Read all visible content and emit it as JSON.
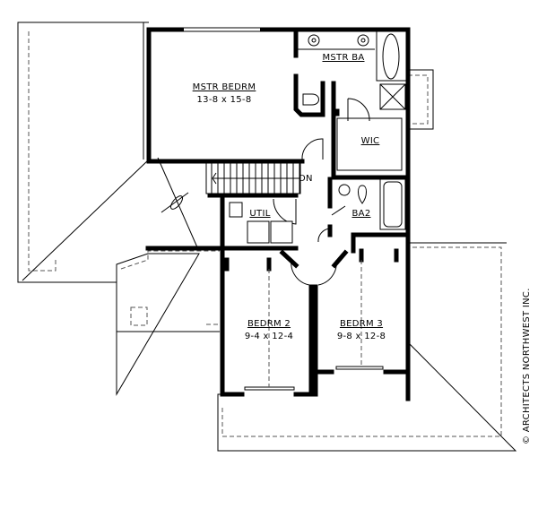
{
  "plan": {
    "rooms": [
      {
        "name": "MSTR BEDRM",
        "size": "13-8 x 15-8"
      },
      {
        "name": "MSTR BA",
        "size": ""
      },
      {
        "name": "WIC",
        "size": ""
      },
      {
        "name": "UTIL",
        "size": ""
      },
      {
        "name": "BA2",
        "size": ""
      },
      {
        "name": "BEDRM 2",
        "size": "9-4 x 12-4"
      },
      {
        "name": "BEDRM 3",
        "size": "9-8 x 12-8"
      }
    ],
    "stair_label": "DN",
    "copyright": "© ARCHITECTS NORTHWEST INC."
  }
}
